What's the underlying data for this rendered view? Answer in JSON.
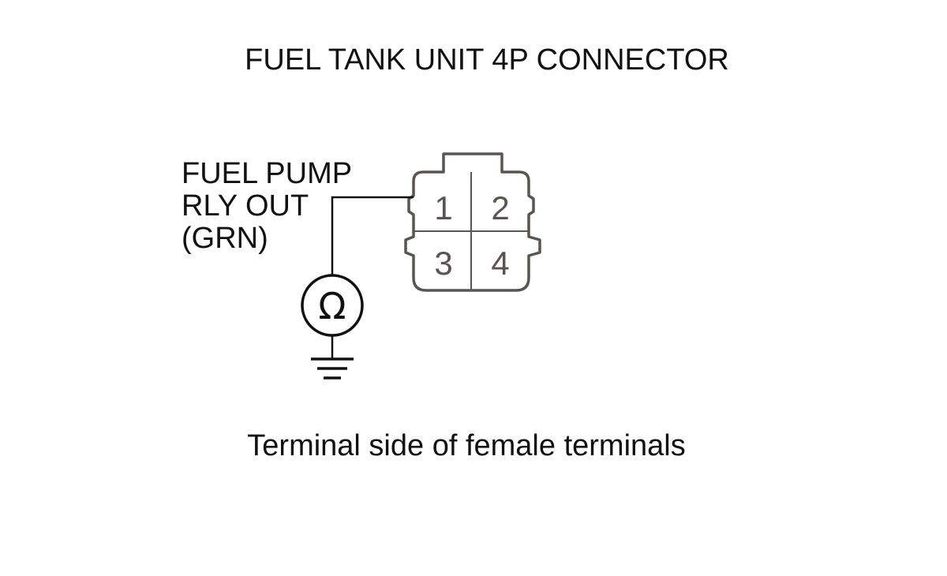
{
  "title": "FUEL TANK UNIT 4P CONNECTOR",
  "wire_label": {
    "line1": "FUEL PUMP",
    "line2": "RLY OUT",
    "line3": "(GRN)"
  },
  "connector": {
    "pins": [
      "1",
      "2",
      "3",
      "4"
    ]
  },
  "meter": {
    "symbol": "Ω"
  },
  "caption": "Terminal side of female terminals",
  "colors": {
    "line": "#111111",
    "connector": "#5a5550",
    "background": "#ffffff"
  }
}
